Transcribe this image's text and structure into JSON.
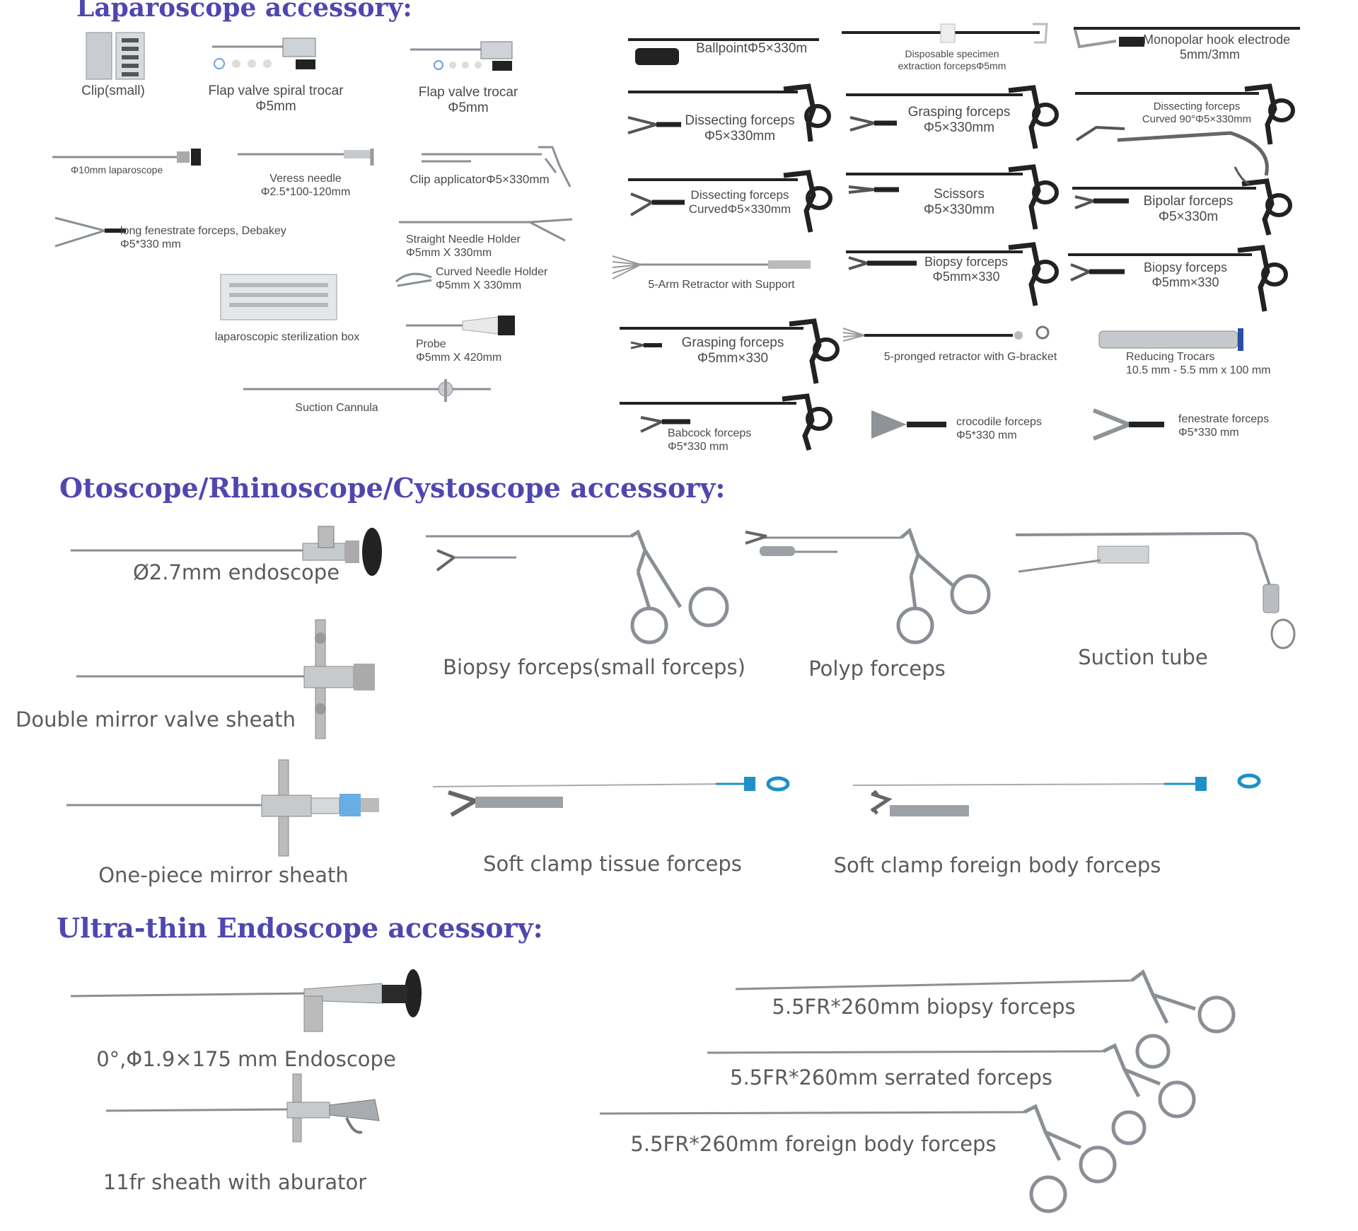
{
  "sections": {
    "laparoscope": "Laparoscope accessory:",
    "otoscope": "Otoscope/Rhinoscope/Cystoscope accessory:",
    "ultrathin": "Ultra-thin Endoscope accessory:"
  },
  "lap": {
    "clip_small": "Clip(small)",
    "spiral_trocar": [
      "Flap valve spiral trocar",
      "Φ5mm"
    ],
    "flap_trocar": [
      "Flap valve trocar",
      "Φ5mm"
    ],
    "laparoscope10": "Φ10mm laparoscope",
    "veress": [
      "Veress needle",
      "Φ2.5*100-120mm"
    ],
    "clip_applicator": "Clip applicatorΦ5×330mm",
    "fenestrate_debakey": [
      "long fenestrate forceps, Debakey",
      "Φ5*330 mm"
    ],
    "straight_needle": [
      "Straight Needle Holder",
      "Φ5mm X 330mm"
    ],
    "curved_needle": [
      "Curved Needle Holder",
      "Φ5mm X 330mm"
    ],
    "sterilization_box": "laparoscopic sterilization box",
    "probe": [
      "Probe",
      "Φ5mm X 420mm"
    ],
    "suction_cannula": "Suction Cannula",
    "ballpoint": "BallpointΦ5×330m",
    "specimen": [
      "Disposable specimen",
      "extraction forcepsΦ5mm"
    ],
    "hook": [
      "Monopolar  hook electrode",
      "5mm/3mm"
    ],
    "dissecting": [
      "Dissecting forceps",
      "Φ5×330mm"
    ],
    "grasping1": [
      "Grasping forceps",
      "Φ5×330mm"
    ],
    "dissecting90": [
      "Dissecting forceps",
      "Curved 90°Φ5×330mm"
    ],
    "dissecting_curved": [
      "Dissecting forceps",
      "CurvedΦ5×330mm"
    ],
    "scissors": [
      "Scissors",
      "Φ5×330mm"
    ],
    "bipolar": [
      "Bipolar forceps",
      "Φ5×330m"
    ],
    "retractor5arm": "5-Arm Retractor with Support",
    "biopsy1": [
      "Biopsy forceps",
      "Φ5mm×330"
    ],
    "biopsy2": [
      "Biopsy forceps",
      "Φ5mm×330"
    ],
    "grasping2": [
      "Grasping forceps",
      "Φ5mm×330"
    ],
    "retractor5pronged": "5-pronged retractor with G-bracket",
    "reducing": [
      "Reducing Trocars",
      "10.5 mm - 5.5 mm x 100 mm"
    ],
    "babcock": [
      "Babcock forceps",
      "Φ5*330 mm"
    ],
    "crocodile": [
      "crocodile forceps",
      "Φ5*330 mm"
    ],
    "fenestrate": [
      "fenestrate forceps",
      "Φ5*330 mm"
    ]
  },
  "oto": {
    "endoscope27": "Ø2.7mm endoscope",
    "biopsy_small": "Biopsy forceps(small forceps)",
    "polyp": "Polyp forceps",
    "suction_tube": "Suction tube",
    "double_sheath": "Double mirror valve sheath",
    "onepiece_sheath": "One-piece mirror sheath",
    "soft_tissue": "Soft clamp tissue forceps",
    "soft_foreign": "Soft clamp foreign body forceps"
  },
  "ultra": {
    "endoscope19": "0°,Φ1.9×175 mm Endoscope",
    "sheath11fr": "11fr sheath with aburator",
    "biopsy55": "5.5FR*260mm biopsy forceps",
    "serrated55": "5.5FR*260mm serrated forceps",
    "foreign55": "5.5FR*260mm foreign body forceps"
  },
  "colors": {
    "section_title": "#4f47b0",
    "steel": "#8a8f96",
    "accent_blue": "#1e90c8"
  }
}
